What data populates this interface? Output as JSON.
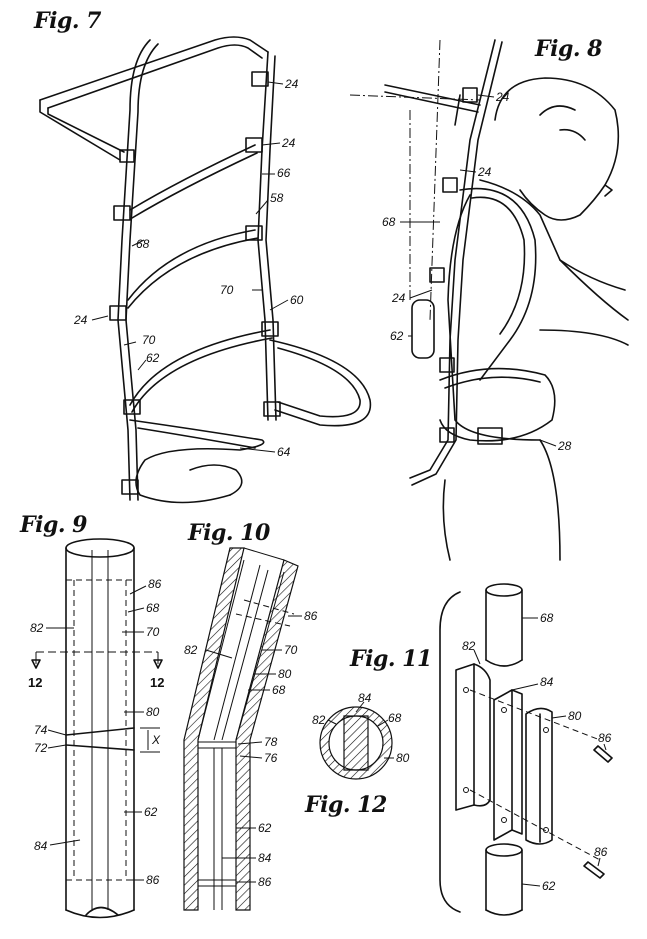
{
  "figures": {
    "fig7": {
      "title": "Fig. 7",
      "refs": [
        "24",
        "24",
        "66",
        "58",
        "68",
        "70",
        "60",
        "24",
        "70",
        "62",
        "64"
      ]
    },
    "fig8": {
      "title": "Fig. 8",
      "refs": [
        "24",
        "24",
        "68",
        "24",
        "62",
        "28"
      ]
    },
    "fig9": {
      "title": "Fig. 9",
      "refs": [
        "86",
        "68",
        "82",
        "70",
        "12",
        "12",
        "80",
        "74",
        "72",
        "X",
        "62",
        "84",
        "86"
      ]
    },
    "fig10": {
      "title": "Fig. 10",
      "refs": [
        "86",
        "82",
        "70",
        "80",
        "68",
        "78",
        "76",
        "62",
        "84",
        "86"
      ]
    },
    "fig11": {
      "title": "Fig. 11",
      "refs": [
        "68",
        "82",
        "84",
        "80",
        "86",
        "86",
        "62"
      ]
    },
    "fig12": {
      "title": "Fig. 12",
      "refs": [
        "84",
        "82",
        "68",
        "80"
      ]
    }
  }
}
